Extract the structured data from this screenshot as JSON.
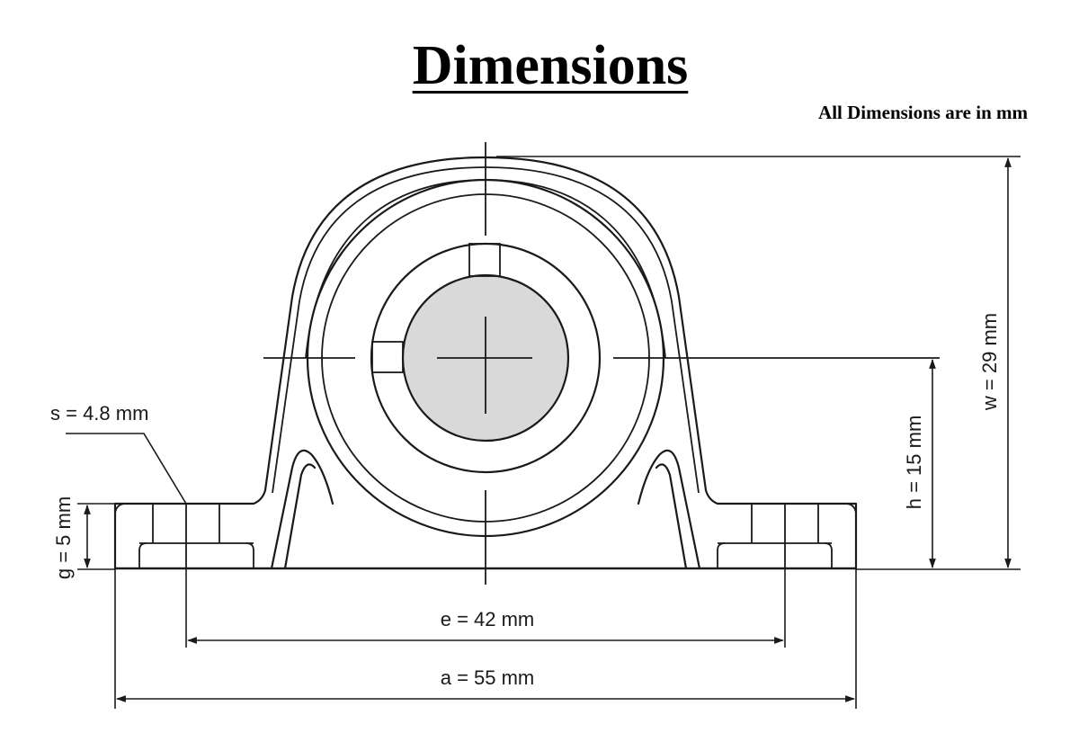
{
  "title": "Dimensions",
  "units_note": "All Dimensions are in mm",
  "dimensions": {
    "s": "s = 4.8 mm",
    "g": "g = 5 mm",
    "h": "h = 15 mm",
    "w": "w = 29 mm",
    "e": "e = 42 mm",
    "a": "a = 55 mm"
  },
  "colors": {
    "bore_fill": "#d9d9d9",
    "line": "#1a1a1a"
  }
}
